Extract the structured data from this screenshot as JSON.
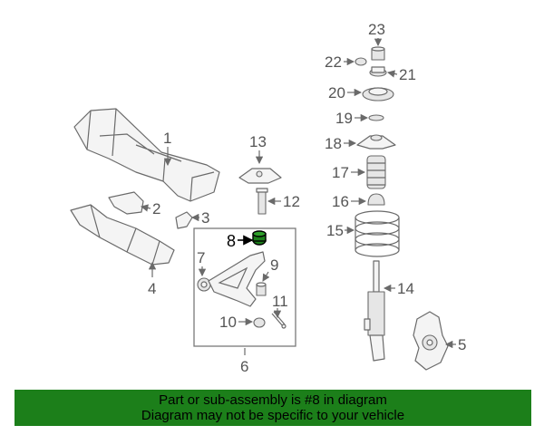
{
  "diagram": {
    "callouts": {
      "c1": "1",
      "c2": "2",
      "c3": "3",
      "c4": "4",
      "c5": "5",
      "c6": "6",
      "c7": "7",
      "c8": "8",
      "c9": "9",
      "c10": "10",
      "c11": "11",
      "c12": "12",
      "c13": "13",
      "c14": "14",
      "c15": "15",
      "c16": "16",
      "c17": "17",
      "c18": "18",
      "c19": "19",
      "c20": "20",
      "c21": "21",
      "c22": "22",
      "c23": "23"
    },
    "highlight_color": "#1c7f1a"
  },
  "banner": {
    "line1": "Part or sub-assembly is #8 in diagram",
    "line2": "Diagram may not be specific to your vehicle",
    "background": "#1c7f1a"
  }
}
